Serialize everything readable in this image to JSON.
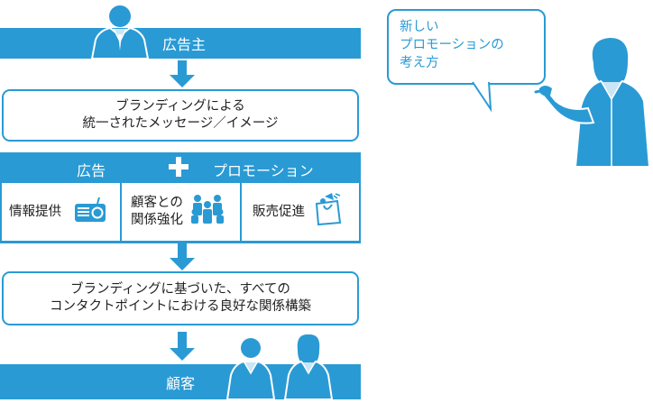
{
  "advertiser": {
    "label": "広告主"
  },
  "speech_bubble": {
    "lines": [
      "新しい",
      "プロモーションの",
      "考え方"
    ]
  },
  "branding_box": {
    "lines": [
      "ブランディングによる",
      "統一されたメッセージ／イメージ"
    ]
  },
  "promotion_band": {
    "left": "広告",
    "plus": "+",
    "right": "プロモーション"
  },
  "channels": [
    {
      "label": "情報提供",
      "icon": "radio-icon"
    },
    {
      "label_lines": [
        "顧客との",
        "関係強化"
      ],
      "icon": "people-icon"
    },
    {
      "label": "販売促進",
      "icon": "shopping-bag-icon"
    }
  ],
  "touchpoint_box": {
    "lines": [
      "ブランディングに基づいた、すべての",
      "コンタクトポイントにおける良好な関係構築"
    ]
  },
  "customer": {
    "label": "顧客"
  },
  "colors": {
    "accent": "#2a9ad4",
    "light": "#c9e6f6",
    "white": "#ffffff"
  }
}
